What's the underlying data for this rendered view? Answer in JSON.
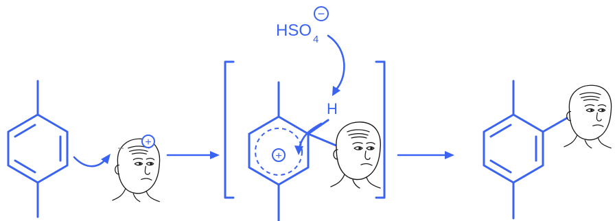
{
  "reagent": {
    "label": "HSO",
    "subscript": "4",
    "charge": "−"
  },
  "intermediate": {
    "hydrogen": "H",
    "charge": "+"
  },
  "electrophile": {
    "charge": "+"
  },
  "colors": {
    "bond": "#3a63f2",
    "sketch": "#1a1a1a"
  }
}
